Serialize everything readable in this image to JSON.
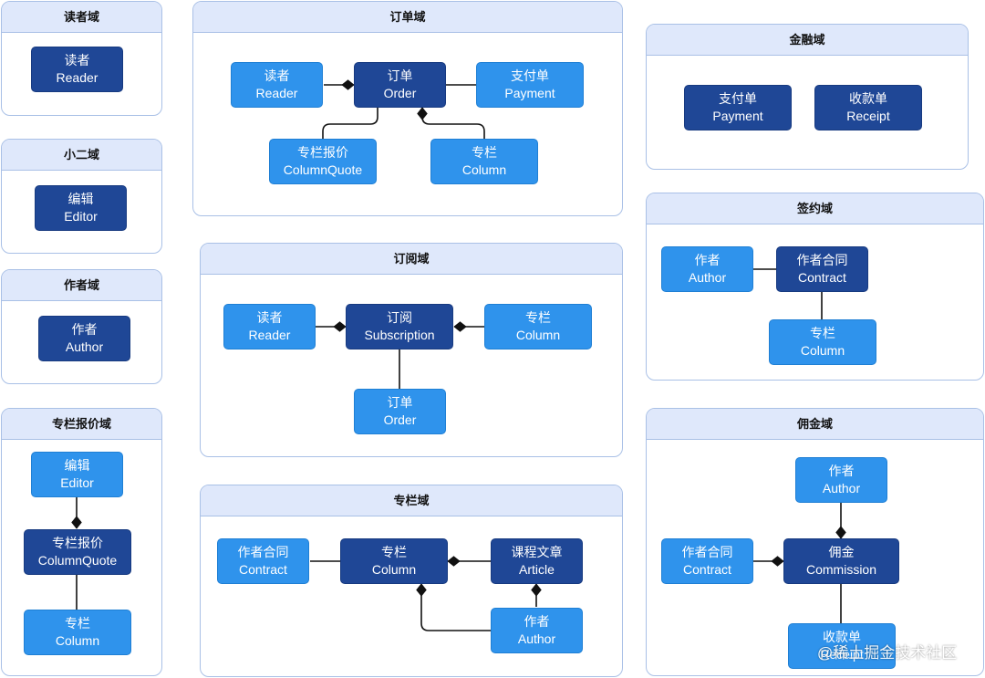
{
  "domains": {
    "reader": {
      "title": "读者域"
    },
    "order": {
      "title": "订单域"
    },
    "finance": {
      "title": "金融域"
    },
    "xiaoer": {
      "title": "小二域"
    },
    "author": {
      "title": "作者域"
    },
    "subscription": {
      "title": "订阅域"
    },
    "contract": {
      "title": "签约域"
    },
    "columnquote": {
      "title": "专栏报价域"
    },
    "column": {
      "title": "专栏域"
    },
    "commission": {
      "title": "佣金域"
    }
  },
  "entities": {
    "reader": {
      "zh": "读者",
      "en": "Reader"
    },
    "order": {
      "zh": "订单",
      "en": "Order"
    },
    "payment": {
      "zh": "支付单",
      "en": "Payment"
    },
    "columnquote": {
      "zh": "专栏报价",
      "en": "ColumnQuote"
    },
    "column": {
      "zh": "专栏",
      "en": "Column"
    },
    "receipt": {
      "zh": "收款单",
      "en": "Receipt"
    },
    "editor": {
      "zh": "编辑",
      "en": "Editor"
    },
    "author": {
      "zh": "作者",
      "en": "Author"
    },
    "subscription": {
      "zh": "订阅",
      "en": "Subscription"
    },
    "contract": {
      "zh": "作者合同",
      "en": "Contract"
    },
    "article": {
      "zh": "课程文章",
      "en": "Article"
    },
    "commission": {
      "zh": "佣金",
      "en": "Commission"
    }
  },
  "colors": {
    "aggregate_root": "#1f4796",
    "entity": "#2f93ec",
    "header_bg": "#dfe8fb",
    "border": "#a9c0e6"
  },
  "watermark": "@稀土掘金技术社区"
}
